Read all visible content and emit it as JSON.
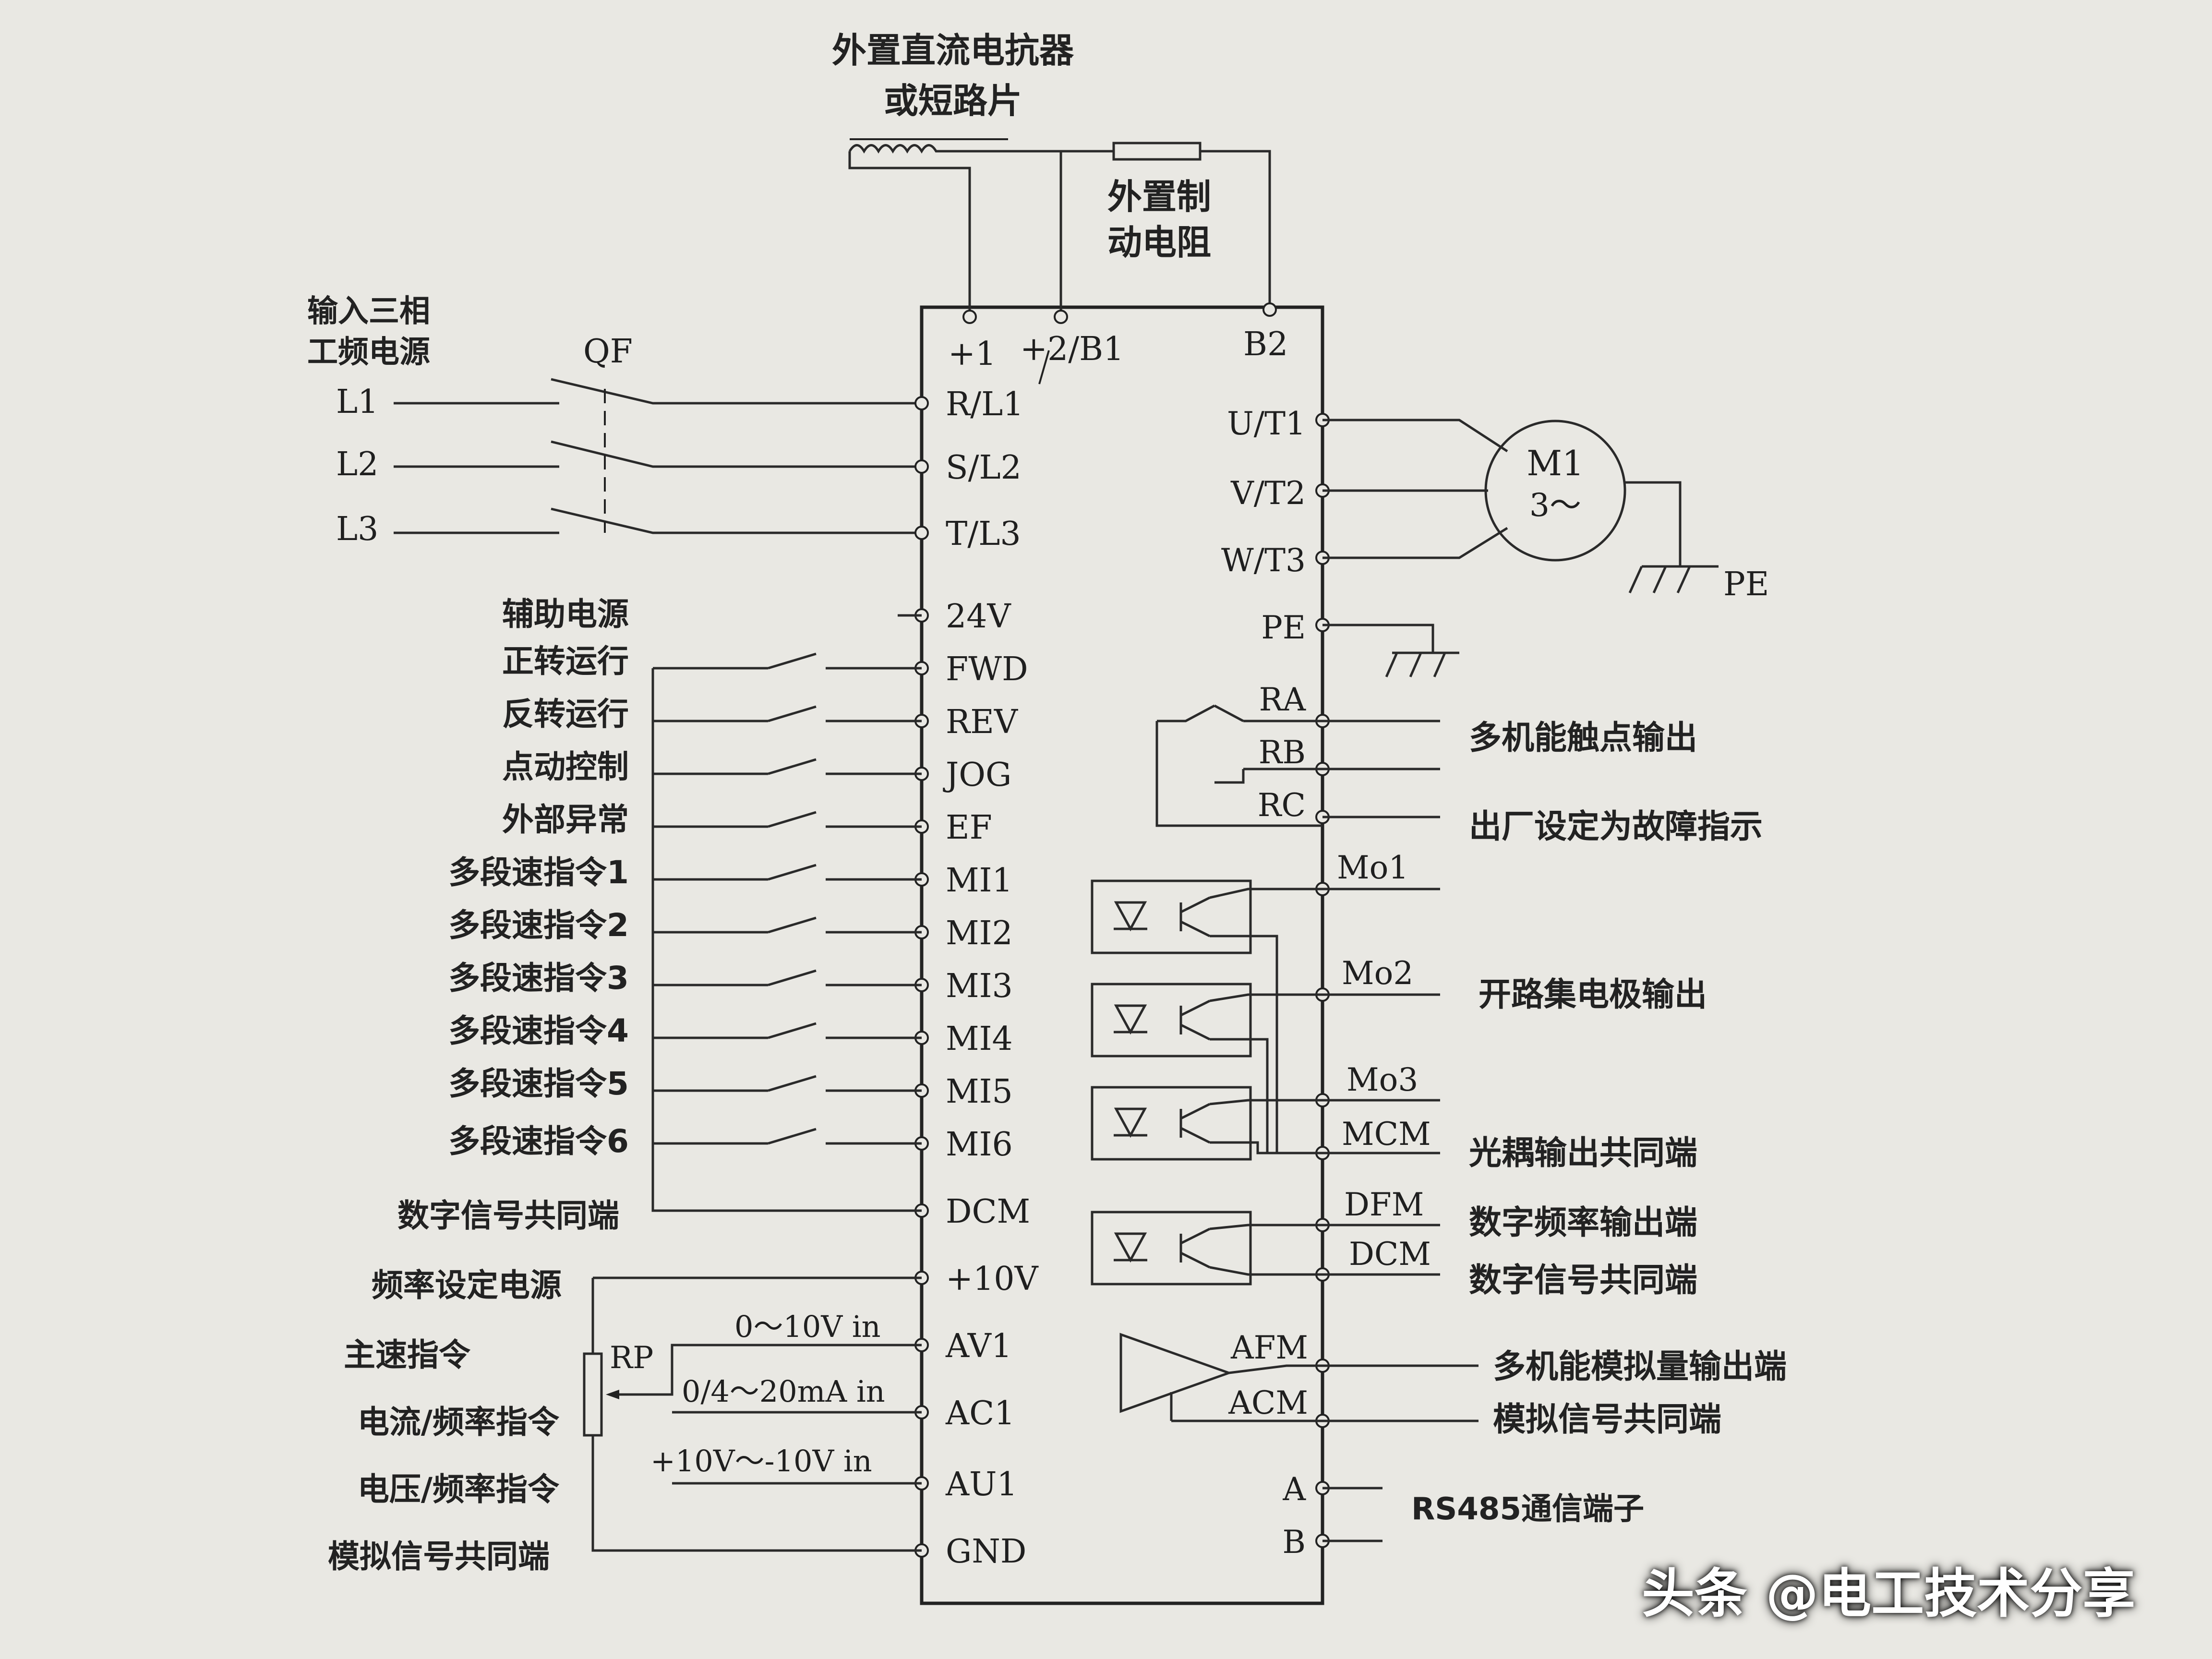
{
  "top": {
    "reactor_line1": "外置直流电抗器",
    "reactor_line2": "或短路片",
    "brake_line1": "外置制",
    "brake_line2": "动电阻",
    "dc_terminals": [
      "+1",
      "+2/B1",
      "B2"
    ]
  },
  "supply": {
    "title_line1": "输入三相",
    "title_line2": "工频电源",
    "breaker": "QF",
    "phases": [
      "L1",
      "L2",
      "L3"
    ]
  },
  "left_terminals": [
    {
      "id": "R/L1",
      "label": ""
    },
    {
      "id": "S/L2",
      "label": ""
    },
    {
      "id": "T/L3",
      "label": ""
    },
    {
      "id": "24V",
      "label": "辅助电源"
    },
    {
      "id": "FWD",
      "label": "正转运行"
    },
    {
      "id": "REV",
      "label": "反转运行"
    },
    {
      "id": "JOG",
      "label": "点动控制"
    },
    {
      "id": "EF",
      "label": "外部异常"
    },
    {
      "id": "MI1",
      "label": "多段速指令1"
    },
    {
      "id": "MI2",
      "label": "多段速指令2"
    },
    {
      "id": "MI3",
      "label": "多段速指令3"
    },
    {
      "id": "MI4",
      "label": "多段速指令4"
    },
    {
      "id": "MI5",
      "label": "多段速指令5"
    },
    {
      "id": "MI6",
      "label": "多段速指令6"
    },
    {
      "id": "DCM",
      "label": "数字信号共同端"
    },
    {
      "id": "+10V",
      "label": "频率设定电源"
    },
    {
      "id": "AV1",
      "label": "主速指令"
    },
    {
      "id": "AC1",
      "label": "电流/频率指令"
    },
    {
      "id": "AU1",
      "label": "电压/频率指令"
    },
    {
      "id": "GND",
      "label": "模拟信号共同端"
    }
  ],
  "analog_inputs": {
    "pot": "RP",
    "av1_range": "0～10V in",
    "ac1_range": "0/4～20mA in",
    "au1_range": "+10V～-10V in"
  },
  "right_terminals": {
    "motor_out": [
      "U/T1",
      "V/T2",
      "W/T3"
    ],
    "pe": "PE",
    "relay": [
      "RA",
      "RB",
      "RC"
    ],
    "optocoupler": [
      "Mo1",
      "Mo2",
      "Mo3",
      "MCM"
    ],
    "pulse": [
      "DFM",
      "DCM"
    ],
    "analog_out": [
      "AFM",
      "ACM"
    ],
    "rs485": [
      "A",
      "B"
    ]
  },
  "motor": {
    "name": "M1",
    "phase": "3～",
    "ground": "PE"
  },
  "right_labels": {
    "relay_out": "多机能触点输出",
    "relay_default": "出厂设定为故障指示",
    "open_collector": "开路集电极输出",
    "opto_common": "光耦输出共同端",
    "freq_out": "数字频率输出端",
    "digital_common": "数字信号共同端",
    "analog_out": "多机能模拟量输出端",
    "analog_common": "模拟信号共同端",
    "rs485": "RS485通信端子"
  },
  "watermark": "头条 @电工技术分享"
}
